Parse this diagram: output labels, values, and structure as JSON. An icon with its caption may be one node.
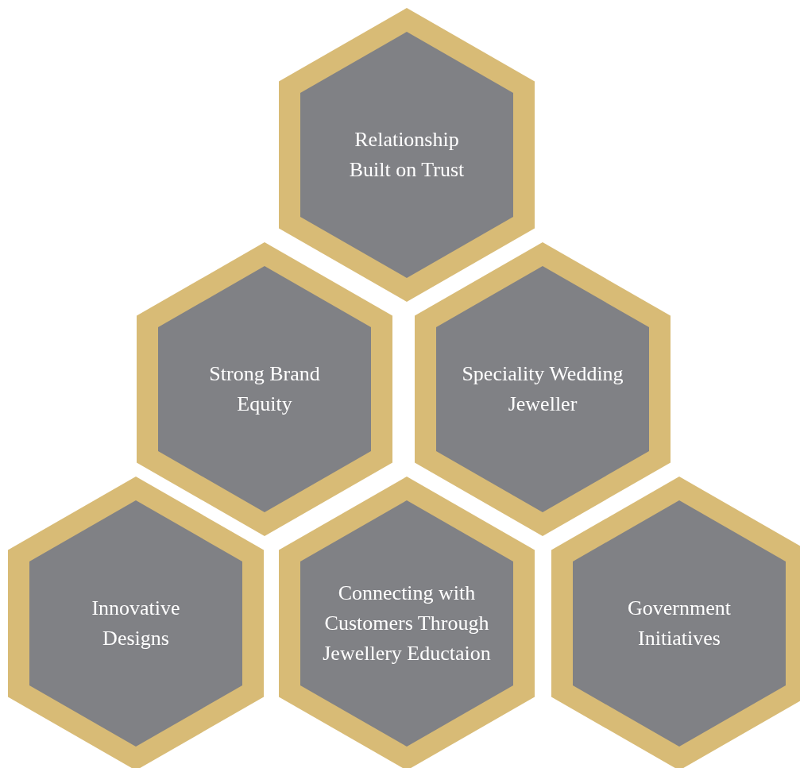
{
  "diagram": {
    "nodes": [
      {
        "text": [
          "Relationship Built on Trust"
        ]
      },
      {
        "text": [
          "Strong Brand Equity"
        ]
      },
      {
        "text": [
          "Speciality Wedding Jeweller"
        ]
      },
      {
        "text": [
          "Innovative Designs"
        ]
      },
      {
        "text": [
          "Connecting with Customers Through Jewellery Eductaion"
        ]
      },
      {
        "text": [
          "Government Initiatives"
        ]
      }
    ]
  }
}
